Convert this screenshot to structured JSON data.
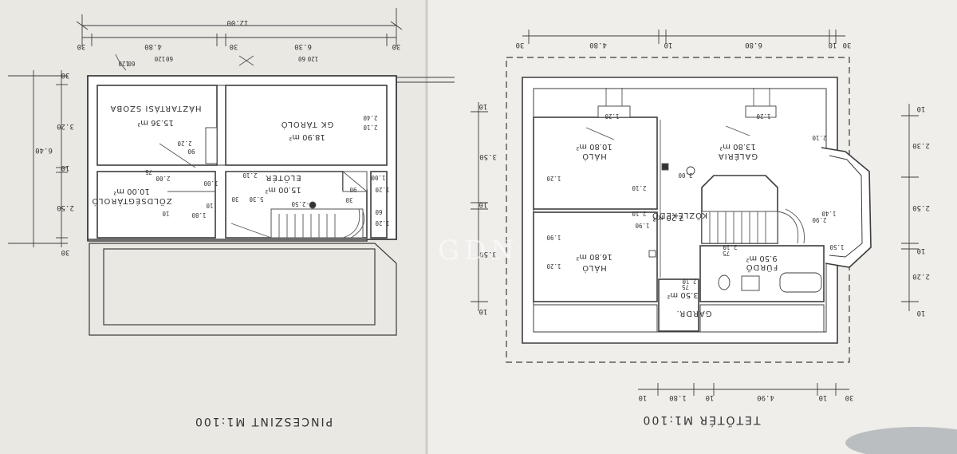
{
  "left_plan": {
    "title": "PINCESZINT  M1:100",
    "dims_top": {
      "total": "12.00",
      "left_edge": "30",
      "seg1": "4.80",
      "mid": "30",
      "seg2": "6.30",
      "right_edge": "30"
    },
    "window_marks": [
      "120",
      "60",
      "120",
      "60"
    ],
    "dims_left": {
      "total": "6.40",
      "top": "30",
      "h1": "3.20",
      "mid": "10",
      "h2": "2.50",
      "bottom": "30"
    },
    "rooms": [
      {
        "id": "haztartasi",
        "name": "HÁZTARTÁSI SZOBA",
        "area": "15.36 m²"
      },
      {
        "id": "tarolo",
        "name": "GK TÁROLÓ",
        "area": "18.90 m²"
      },
      {
        "id": "eloter",
        "name": "ELŐTÉR",
        "area": "15.00 m²"
      },
      {
        "id": "zoldseg",
        "name": "ZÖLDSÉGTÁROLÓ",
        "area": "10.00 m²"
      }
    ],
    "notes": [
      "2.20",
      "90",
      "2.00",
      "75",
      "1.00",
      "2.10",
      "5.30",
      "30",
      "-2.50",
      "2.40",
      "2.10",
      "1.00",
      "1.20",
      "1.20",
      "60",
      "90",
      "10",
      "1.80",
      "10",
      "30",
      "120",
      "60"
    ]
  },
  "right_plan": {
    "title": "TETŐTÉR  M1:100",
    "dims_top": {
      "left_edge": "30",
      "seg1": "4.80",
      "mid": "10",
      "seg2": "6.80",
      "right_edge": "30",
      "right_edge2": "10"
    },
    "dims_left": {
      "top": "10",
      "h1": "3.50",
      "mid": "10",
      "h2": "3.50",
      "bottom": "10"
    },
    "dims_right": {
      "top": "10",
      "h1": "2.30",
      "h2": "2.50",
      "mid": "10",
      "h3": "2.20",
      "bottom": "10"
    },
    "dims_bottom": {
      "e1": "10",
      "s1": "1.80",
      "e2": "10",
      "s2": "4.90",
      "e3": "10",
      "e4": "30"
    },
    "rooms": [
      {
        "id": "halo1",
        "name": "HÁLÓ",
        "area": "10.80 m²"
      },
      {
        "id": "galeria",
        "name": "GALÉRIA",
        "area": "13.80 m²"
      },
      {
        "id": "halo2",
        "name": "HÁLÓ",
        "area": "16.80 m²"
      },
      {
        "id": "kozlekedo",
        "name": "KÖZLEKEDŐ",
        "area": "7.20 m²"
      },
      {
        "id": "furdo",
        "name": "FÜRDŐ",
        "area": "9.50 m²"
      },
      {
        "id": "gardrob",
        "name": "GARDR.",
        "area": "3.50 m²"
      }
    ],
    "notes": [
      "1.20",
      "1.20",
      "2.10",
      "2.10",
      "1.20",
      "1.90",
      "1.20",
      "75",
      "2.10",
      "75",
      "2.10",
      "3.00",
      "2.90",
      "1.40",
      "1.50",
      "2.10",
      "1.90"
    ]
  },
  "watermark": "GDN"
}
